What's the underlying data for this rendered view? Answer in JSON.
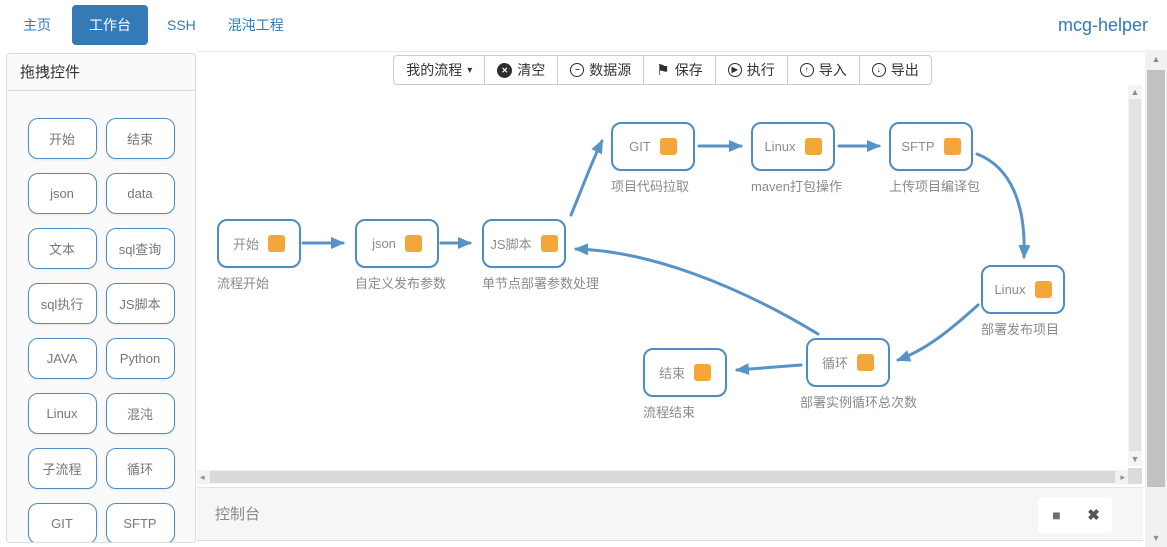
{
  "nav": {
    "brand": "mcg-helper",
    "items": [
      {
        "label": "主页"
      },
      {
        "label": "工作台",
        "active": true
      },
      {
        "label": "SSH"
      },
      {
        "label": "混沌工程"
      }
    ]
  },
  "palette": {
    "title": "拖拽控件",
    "items": [
      "开始",
      "结束",
      "json",
      "data",
      "文本",
      "sql查询",
      "sql执行",
      "JS脚本",
      "JAVA",
      "Python",
      "Linux",
      "混沌",
      "子流程",
      "循环",
      "GIT",
      "SFTP"
    ]
  },
  "toolbar": {
    "flow_dropdown": {
      "label": "我的流程",
      "caret": "▾"
    },
    "buttons": [
      {
        "label": "清空",
        "glyph": "✕"
      },
      {
        "label": "数据源",
        "glyph": "−"
      },
      {
        "label": "保存",
        "glyph": "⚑"
      },
      {
        "label": "执行",
        "glyph": "▶"
      },
      {
        "label": "导入",
        "glyph": "↑"
      },
      {
        "label": "导出",
        "glyph": "↓"
      }
    ]
  },
  "flow": {
    "nodes": [
      {
        "label": "开始",
        "caption": "流程开始"
      },
      {
        "label": "json",
        "caption": "自定义发布参数"
      },
      {
        "label": "JS脚本",
        "caption": "单节点部署参数处理"
      },
      {
        "label": "GIT",
        "caption": "项目代码拉取"
      },
      {
        "label": "Linux",
        "caption": "maven打包操作"
      },
      {
        "label": "SFTP",
        "caption": "上传项目编译包"
      },
      {
        "label": "Linux",
        "caption": "部署发布项目"
      },
      {
        "label": "循环",
        "caption": "部署实例循环总次数"
      },
      {
        "label": "结束",
        "caption": "流程结束"
      }
    ]
  },
  "console": {
    "title": "控制台",
    "stop_glyph": "■",
    "close_glyph": "✖"
  },
  "scrollbar_glyphs": {
    "up": "▲",
    "down": "▼",
    "left": "◂",
    "right": "▸"
  },
  "colors": {
    "accent": "#337ab7",
    "node_border": "#4e8cc2",
    "arrow": "#5793c6",
    "port": "#f5a63b",
    "gray_text": "#8a8a8a"
  }
}
